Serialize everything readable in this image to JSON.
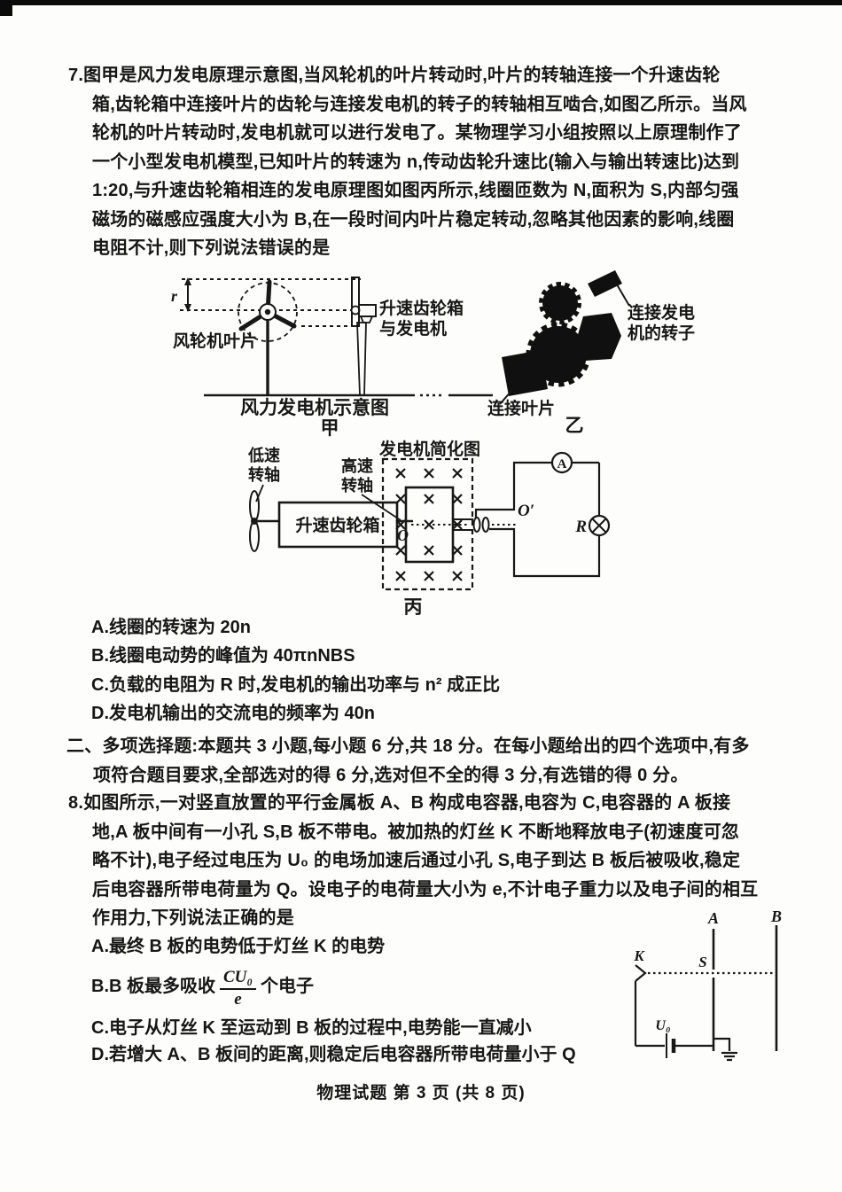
{
  "page": {
    "footer": "物理试题 第 3 页 (共 8 页)"
  },
  "q7": {
    "lines": [
      "7.图甲是风力发电原理示意图,当风轮机的叶片转动时,叶片的转轴连接一个升速齿轮",
      "箱,齿轮箱中连接叶片的齿轮与连接发电机的转子的转轴相互啮合,如图乙所示。当风",
      "轮机的叶片转动时,发电机就可以进行发电了。某物理学习小组按照以上原理制作了",
      "一个小型发电机模型,已知叶片的转速为 n,传动齿轮升速比(输入与输出转速比)达到",
      "1:20,与升速齿轮箱相连的发电原理图如图丙所示,线圈匝数为 N,面积为 S,内部匀强",
      "磁场的磁感应强度大小为 B,在一段时间内叶片稳定转动,忽略其他因素的影响,线圈",
      "电阻不计,则下列说法错误的是"
    ],
    "options": [
      "A.线圈的转速为 20n",
      "B.线圈电动势的峰值为 40πnNBS",
      "C.负载的电阻为 R 时,发电机的输出功率与 n² 成正比",
      "D.发电机输出的交流电的频率为 40n"
    ]
  },
  "fig_jia": {
    "r_label": "r",
    "blade_label": "风轮机叶片",
    "nacelle_label_1": "升速齿轮箱",
    "nacelle_label_2": "与发电机",
    "caption": "风力发电机示意图",
    "tag": "甲"
  },
  "fig_yi": {
    "rotor_label_1": "连接发电",
    "rotor_label_2": "机的转子",
    "blade_label": "连接叶片",
    "tag": "乙"
  },
  "fig_bing": {
    "title": "发电机简化图",
    "low_shaft_1": "低速",
    "low_shaft_2": "转轴",
    "high_shaft_1": "高速",
    "high_shaft_2": "转轴",
    "gearbox": "升速齿轮箱",
    "o_label": "O",
    "o_prime_label": "O′",
    "ammeter_label": "A",
    "resistor_label": "R",
    "tag": "丙"
  },
  "section2": {
    "lines": [
      "二、多项选择题:本题共 3 小题,每小题 6 分,共 18 分。在每小题给出的四个选项中,有多",
      "项符合题目要求,全部选对的得 6 分,选对但不全的得 3 分,有选错的得 0 分。"
    ]
  },
  "q8": {
    "lines": [
      "8.如图所示,一对竖直放置的平行金属板 A、B 构成电容器,电容为 C,电容器的 A 板接",
      "地,A 板中间有一小孔 S,B 板不带电。被加热的灯丝 K 不断地释放电子(初速度可忽",
      "略不计),电子经过电压为 U₀ 的电场加速后通过小孔 S,电子到达 B 板后被吸收,稳定",
      "后电容器所带电荷量为 Q。设电子的电荷量大小为 e,不计电子重力以及电子间的相互",
      "作用力,下列说法正确的是"
    ],
    "option_a": "A.最终 B 板的电势低于灯丝 K 的电势",
    "option_b": {
      "prefix": "B.B 板最多吸收",
      "numerator": "CU₀",
      "denominator": "e",
      "suffix": "个电子"
    },
    "option_c": "C.电子从灯丝 K 至运动到 B 板的过程中,电势能一直减小",
    "option_d": "D.若增大 A、B 板间的距离,则稳定后电容器所带电荷量小于 Q"
  },
  "fig_q8": {
    "plate_a": "A",
    "plate_b": "B",
    "cathode": "K",
    "hole": "S",
    "voltage": "U₀"
  }
}
